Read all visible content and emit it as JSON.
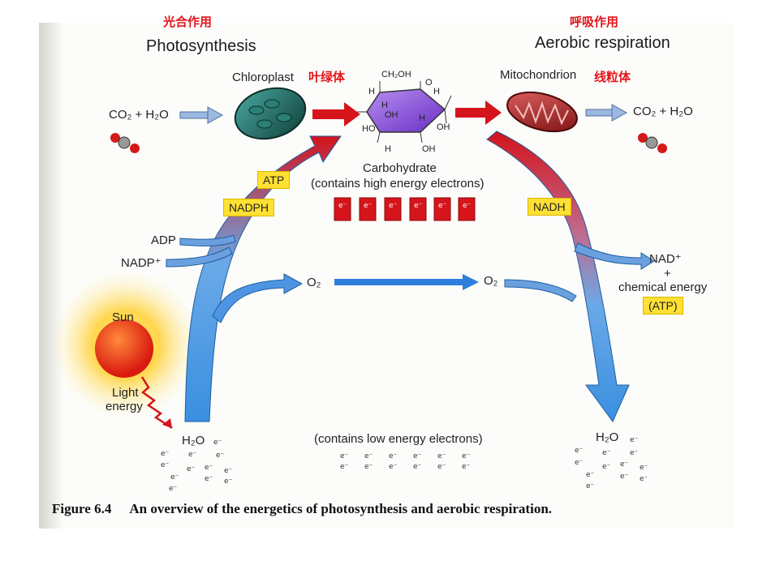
{
  "labels_cn": {
    "photosynthesis": "光合作用",
    "respiration": "呼吸作用",
    "chloroplast": "叶绿体",
    "mitochondrion": "线粒体"
  },
  "labels_en": {
    "photosynthesis": "Photosynthesis",
    "respiration": "Aerobic respiration",
    "chloroplast": "Chloroplast",
    "mitochondrion": "Mitochondrion",
    "co2_h2o_left": "CO₂ + H₂O",
    "co2_h2o_right": "CO₂ + H₂O",
    "carbohydrate": "Carbohydrate",
    "carbohydrate_note": "(contains high energy electrons)",
    "adp": "ADP",
    "nadp": "NADP⁺",
    "atp": "ATP",
    "nadph": "NADPH",
    "nadh": "NADH",
    "o2_left": "O₂",
    "o2_right": "O₂",
    "nad_plus": "NAD⁺",
    "plus": "+",
    "chemical_energy": "chemical energy",
    "atp_box": "(ATP)",
    "sun": "Sun",
    "light": "Light",
    "energy": "energy",
    "h2o_left": "H₂O",
    "h2o_right": "H₂O",
    "low_energy_note": "(contains low energy electrons)",
    "electron": "e⁻"
  },
  "glucose": {
    "ch2oh": "CH₂OH",
    "h": "H",
    "oh": "OH",
    "ho": "HO",
    "o": "O"
  },
  "caption": {
    "number": "Figure 6.4",
    "text": "An overview of the energetics of photosynthesis and aerobic respiration."
  },
  "colors": {
    "red_arrow": "#d6141c",
    "blue_arrow": "#3b8fe0",
    "highlight": "#ffe033",
    "chinese_label": "#e3141b"
  }
}
